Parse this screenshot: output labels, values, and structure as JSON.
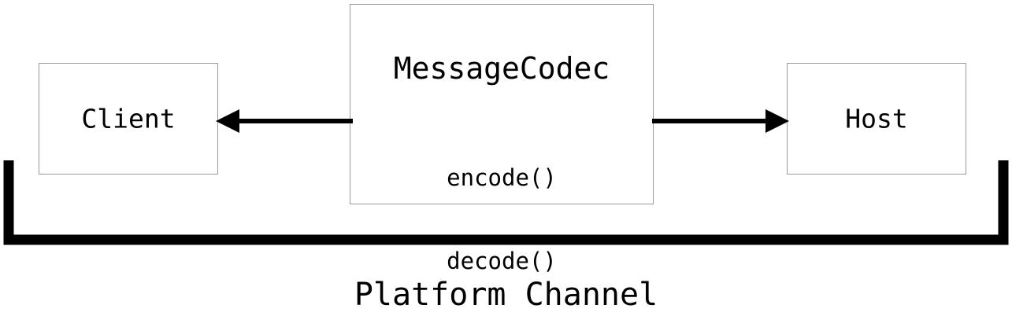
{
  "diagram": {
    "title": "Platform Channel",
    "nodes": {
      "client": {
        "label": "Client"
      },
      "host": {
        "label": "Host"
      },
      "codec": {
        "title": "MessageCodec",
        "methods": [
          "encode()",
          "decode()"
        ]
      }
    },
    "arrows": [
      {
        "name": "codec-to-client",
        "direction": "left",
        "from": "MessageCodec",
        "to": "Client"
      },
      {
        "name": "codec-to-host",
        "direction": "right",
        "from": "MessageCodec",
        "to": "Host"
      }
    ],
    "bracket": {
      "label": "Platform Channel",
      "spans": [
        "Client",
        "MessageCodec",
        "Host"
      ]
    },
    "colors": {
      "background": "#ffffff",
      "box_border": "#9a9a9a",
      "text": "#000000",
      "arrow": "#000000",
      "bracket": "#000000"
    }
  }
}
